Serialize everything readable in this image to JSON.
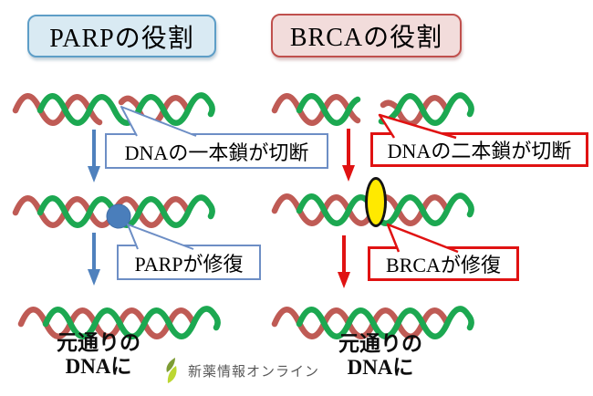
{
  "diagram": {
    "left": {
      "header": "PARPの役割",
      "break_label": "DNAの一本鎖が切断",
      "repair_label": "PARPが修復",
      "result_line1": "元通りの",
      "result_line2": "DNAに"
    },
    "right": {
      "header": "BRCAの役割",
      "break_label": "DNAの二本鎖が切断",
      "repair_label": "BRCAが修復",
      "result_line1": "元通りの",
      "result_line2": "DNAに"
    }
  },
  "logo": {
    "text": "新薬情報オンライン"
  },
  "colors": {
    "parp_header_fill": "#d9eaf3",
    "parp_header_border": "#5e9ec7",
    "brca_header_fill": "#f2dcdb",
    "brca_header_border": "#c0504d",
    "blue_accent": "#4f81bd",
    "blue_callout_border": "#6d8ec5",
    "red_accent": "#e01212",
    "dna_strand_red": "#bf5b55",
    "dna_strand_green": "#1ca851",
    "parp_protein": "#4a7ebb",
    "brca_protein": "#ffe900",
    "logo_leaf_dark": "#7d9c34",
    "logo_leaf_light": "#bcd732",
    "logo_text": "#595959"
  }
}
